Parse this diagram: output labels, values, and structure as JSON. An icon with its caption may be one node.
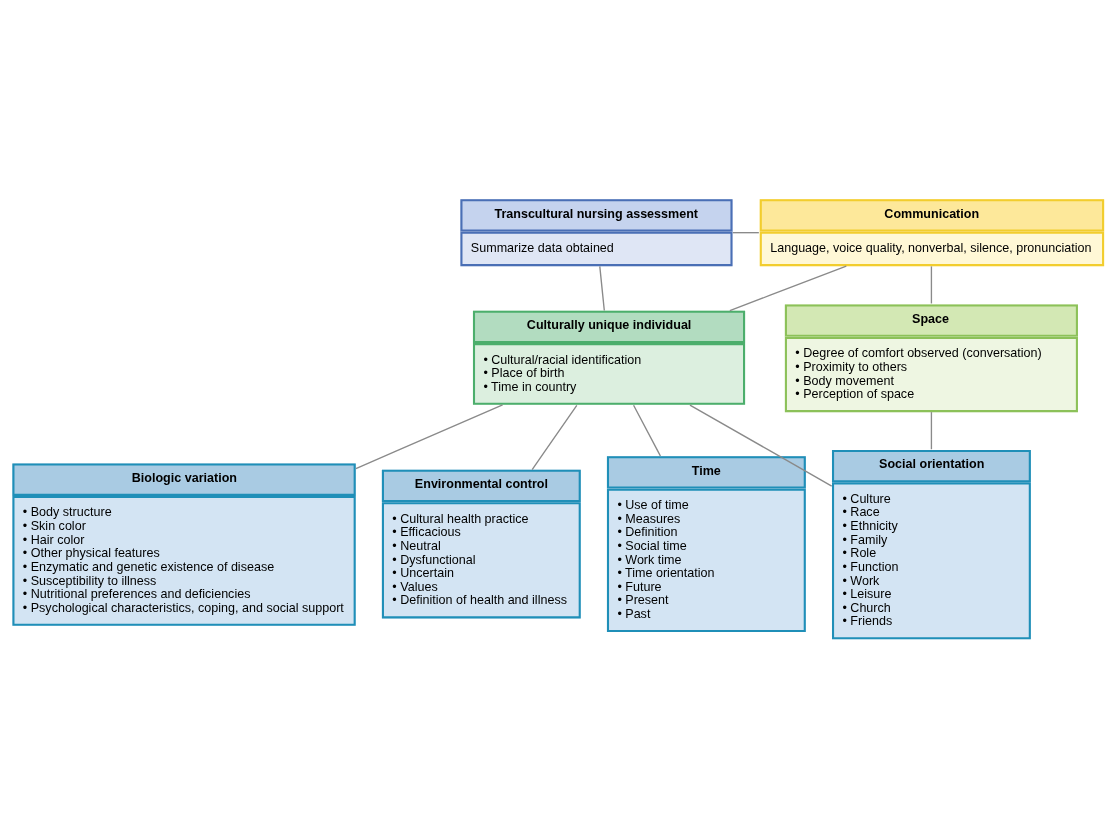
{
  "diagram": {
    "nodes": [
      {
        "text": [
          "Transcultural nursing assessment",
          "Summarize data obtained"
        ]
      },
      {
        "text": [
          "Communication",
          "Language, voice quality, nonverbal, silence, pronunciation"
        ]
      },
      {
        "text": [
          "Culturally unique individual",
          "• Cultural/racial identification",
          "• Place of birth",
          "• Time in country"
        ]
      },
      {
        "text": [
          "Space",
          "• Degree of comfort observed (conversation)",
          "• Proximity to others",
          "• Body movement",
          "• Perception of space"
        ]
      },
      {
        "text": [
          "Biologic variation",
          "• Body structure",
          "• Skin color",
          "• Hair color",
          "• Other physical features",
          "• Enzymatic and genetic existence of disease",
          "• Susceptibility to illness",
          "• Nutritional preferences and deficiencies",
          "• Psychological characteristics, coping, and social support"
        ]
      },
      {
        "text": [
          "Environmental control",
          "• Cultural health practice",
          "• Efficacious",
          "• Neutral",
          "• Dysfunctional",
          "• Uncertain",
          "• Values",
          "• Definition of health and illness"
        ]
      },
      {
        "text": [
          "Time",
          "• Use of time",
          "• Measures",
          "• Definition",
          "• Social time",
          "• Work time",
          "• Time orientation",
          "• Future",
          "• Present",
          "• Past"
        ]
      },
      {
        "text": [
          "Social orientation",
          "• Culture",
          "• Race",
          "• Ethnicity",
          "• Family",
          "• Role",
          "• Function",
          "• Work",
          "• Leisure",
          "• Church",
          "• Friends"
        ]
      }
    ],
    "edges": [
      {
        "from": 0,
        "to": 1,
        "arrow": "none"
      },
      {
        "from": 0,
        "to": 2,
        "arrow": "none"
      },
      {
        "from": 1,
        "to": 2,
        "arrow": "none"
      },
      {
        "from": 1,
        "to": 3,
        "arrow": "none"
      },
      {
        "from": 2,
        "to": 4,
        "arrow": "none"
      },
      {
        "from": 2,
        "to": 5,
        "arrow": "none"
      },
      {
        "from": 2,
        "to": 6,
        "arrow": "none"
      },
      {
        "from": 2,
        "to": 7,
        "arrow": "none"
      },
      {
        "from": 3,
        "to": 7,
        "arrow": "none"
      }
    ]
  }
}
